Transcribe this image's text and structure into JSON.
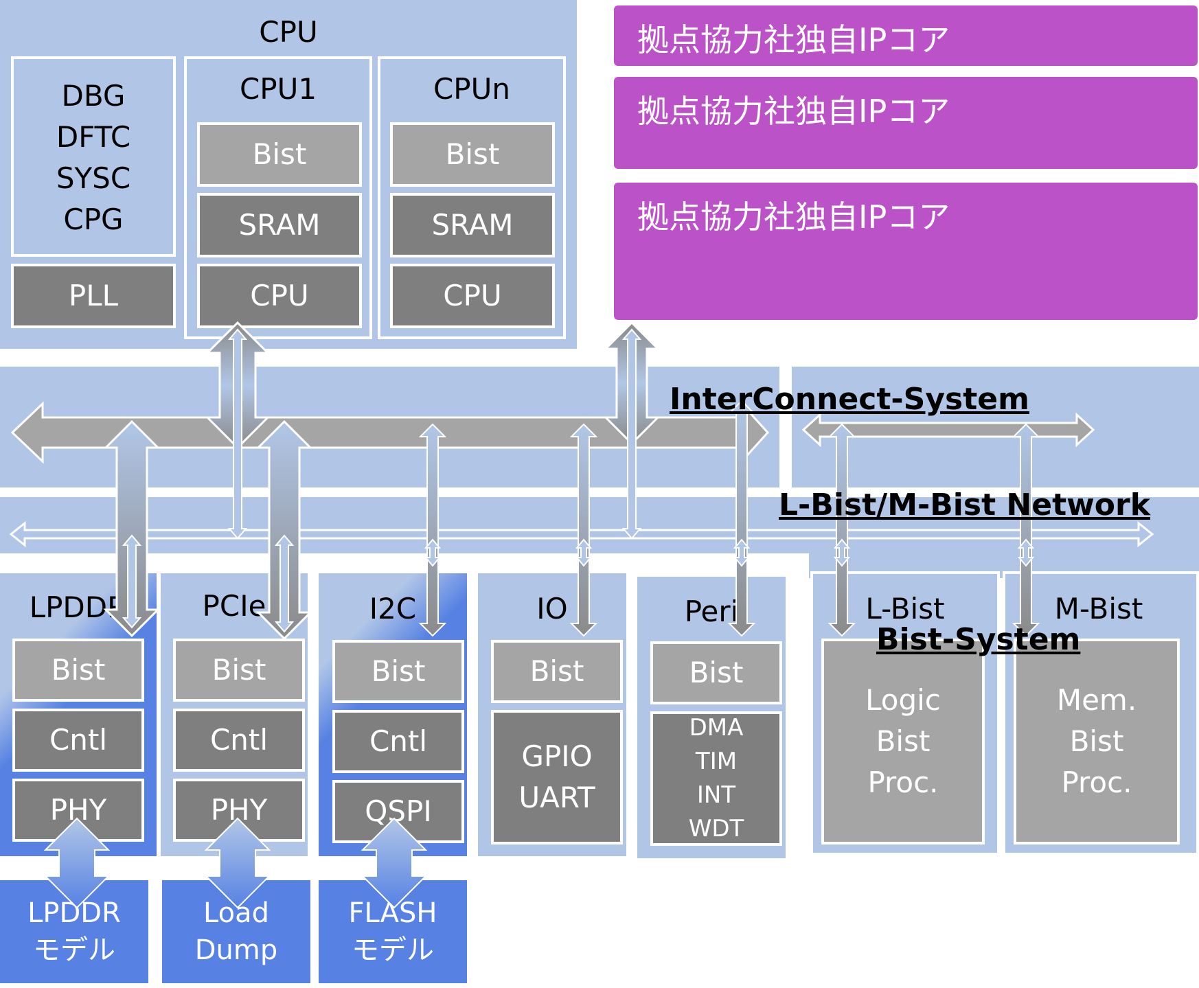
{
  "colors": {
    "light_blue": "#b1c6e7",
    "mid_blue": "#5782e3",
    "magenta": "#bb52c7",
    "gray_light": "#a5a5a5",
    "gray_dark": "#7f7f7f"
  },
  "cpu_block": {
    "title": "CPU",
    "debug_lines": [
      "DBG",
      "DFTC",
      "SYSC",
      "CPG"
    ],
    "pll": "PLL",
    "cpu1": {
      "title": "CPU1",
      "bist": "Bist",
      "sram": "SRAM",
      "cpu": "CPU"
    },
    "cpun": {
      "title": "CPUn",
      "bist": "Bist",
      "sram": "SRAM",
      "cpu": "CPU"
    }
  },
  "ip_cores": [
    "拠点協力社独自IPコア",
    "拠点協力社独自IPコア",
    "拠点協力社独自IPコア"
  ],
  "interconnect": {
    "title": "InterConnect-System"
  },
  "bist_network": {
    "title": "L-Bist/M-Bist Network"
  },
  "bist_system": {
    "title": "Bist-System"
  },
  "peripherals": {
    "lpddr": {
      "title": "LPDDR",
      "bist": "Bist",
      "cntl": "Cntl",
      "phy": "PHY"
    },
    "pcie": {
      "title": "PCIe",
      "bist": "Bist",
      "cntl": "Cntl",
      "phy": "PHY"
    },
    "i2c": {
      "title": "I2C",
      "bist": "Bist",
      "cntl": "Cntl",
      "qspi": "QSPI"
    },
    "io": {
      "title": "IO",
      "bist": "Bist",
      "lines": [
        "GPIO",
        "UART"
      ]
    },
    "peri": {
      "title": "Peri",
      "bist": "Bist",
      "lines": [
        "DMA",
        "TIM",
        "INT",
        "WDT"
      ]
    },
    "lbist": {
      "title": "L-Bist",
      "lines": [
        "Logic",
        "Bist",
        "Proc."
      ]
    },
    "mbist": {
      "title": "M-Bist",
      "lines": [
        "Mem.",
        "Bist",
        "Proc."
      ]
    }
  },
  "models": {
    "lpddr_model": [
      "LPDDR",
      "モデル"
    ],
    "load_dump": [
      "Load",
      "Dump"
    ],
    "flash_model": [
      "FLASH",
      "モデル"
    ]
  }
}
